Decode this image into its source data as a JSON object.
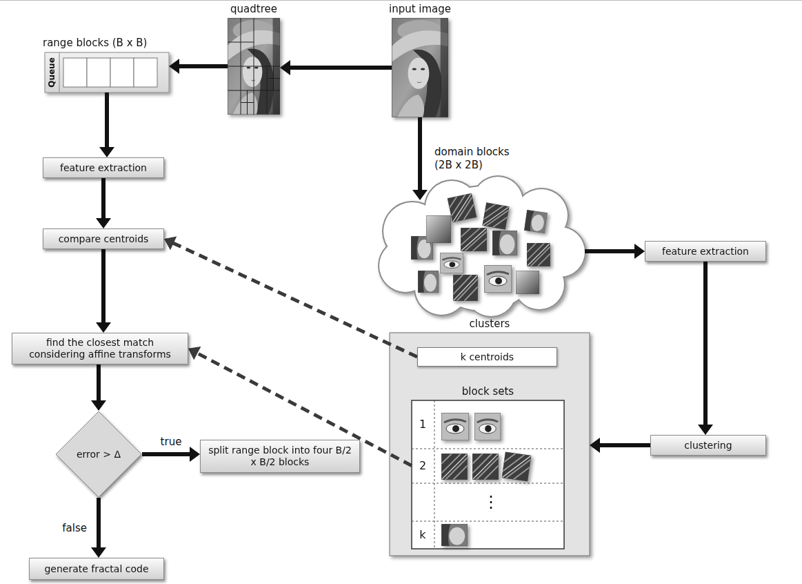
{
  "diagram": {
    "nodes": [
      {
        "text": [
          "quadtree"
        ]
      },
      {
        "text": [
          "input image"
        ]
      },
      {
        "text": [
          "range blocks (B x B)",
          "Queue"
        ]
      },
      {
        "text": [
          "feature extraction"
        ]
      },
      {
        "text": [
          "compare centroids"
        ]
      },
      {
        "text": []
      },
      {
        "text": [
          "feature extraction"
        ]
      },
      {
        "text": [
          "clusters"
        ]
      },
      {
        "text": [
          "k centroids"
        ],
        "in": 7
      },
      {
        "text": [
          "block sets"
        ],
        "in": 7
      },
      {
        "text": [
          "find the closest match considering affine transforms"
        ]
      },
      {
        "text": [
          "error > Δ"
        ]
      },
      {
        "text": [
          "split range block into four B/2 x B/2 blocks"
        ]
      },
      {
        "text": [
          "clustering"
        ]
      },
      {
        "text": [
          "generate fractal code"
        ]
      }
    ],
    "edges": [
      {
        "from": 1,
        "to": 0,
        "arrow": "to"
      },
      {
        "from": 0,
        "to": 2,
        "arrow": "to"
      },
      {
        "from": 2,
        "to": 3,
        "arrow": "to"
      },
      {
        "from": 3,
        "to": 4,
        "arrow": "to"
      },
      {
        "from": 4,
        "to": 10,
        "arrow": "to"
      },
      {
        "from": 10,
        "to": 11,
        "arrow": "to"
      },
      {
        "from": 11,
        "to": 12,
        "label": "true",
        "arrow": "to"
      },
      {
        "from": 11,
        "to": 14,
        "label": "false",
        "arrow": "to"
      },
      {
        "from": 1,
        "to": 5,
        "label": "domain blocks (2B x 2B)",
        "arrow": "to"
      },
      {
        "from": 5,
        "to": 6,
        "arrow": "to"
      },
      {
        "from": 6,
        "to": 13,
        "arrow": "to"
      },
      {
        "from": 13,
        "to": 7,
        "arrow": "to"
      },
      {
        "from": 8,
        "to": 4,
        "arrow": "to"
      },
      {
        "from": 9,
        "to": 10,
        "arrow": "to"
      }
    ],
    "labels": [
      "1",
      "2",
      "⋮",
      "k"
    ]
  }
}
